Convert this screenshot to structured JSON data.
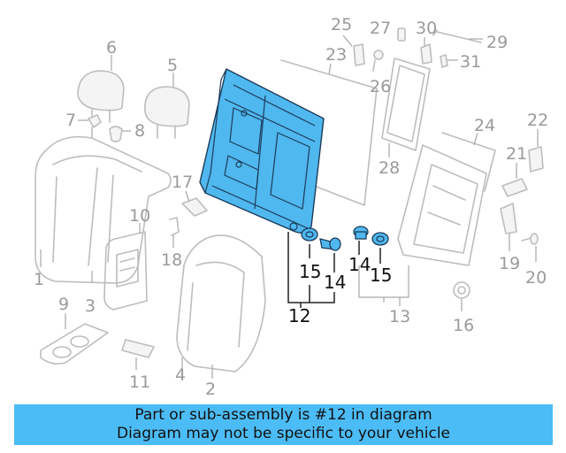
{
  "banner": {
    "line1": "Part or sub-assembly is #12 in diagram",
    "line2": "Diagram may not be specific to your vehicle"
  },
  "highlight_color": "#4fb8ee",
  "banner_color": "#4cbcf6",
  "callouts": {
    "c1": "1",
    "c2": "2",
    "c3": "3",
    "c4": "4",
    "c5": "5",
    "c6": "6",
    "c7": "7",
    "c8": "8",
    "c9": "9",
    "c10": "10",
    "c11": "11",
    "c12": "12",
    "c13": "13",
    "c14a": "14",
    "c14b": "14",
    "c15a": "15",
    "c15b": "15",
    "c16": "16",
    "c17": "17",
    "c18": "18",
    "c19": "19",
    "c20": "20",
    "c21": "21",
    "c22": "22",
    "c23": "23",
    "c24": "24",
    "c25": "25",
    "c26": "26",
    "c27": "27",
    "c28": "28",
    "c29": "29",
    "c30": "30",
    "c31": "31"
  }
}
